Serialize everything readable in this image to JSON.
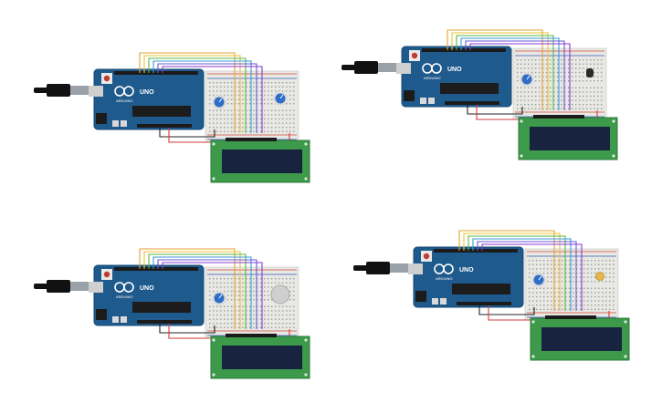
{
  "board_label": "UNO",
  "board_brand": "ARDUINO",
  "colors": {
    "board": "#1f5a8c",
    "board_edge": "#174a75",
    "usb_cable": "#111111",
    "usb_plug": "#9aa1a8",
    "breadboard": "#e8e8e4",
    "breadboard_hole": "#9a9a96",
    "rail_red": "#d64a3a",
    "rail_blue": "#3a5fb8",
    "lcd_pcb": "#3c9a4a",
    "lcd_screen": "#17233f",
    "wires": [
      "#e6a233",
      "#f0c132",
      "#58b84a",
      "#3a9ad9",
      "#6a5ad6",
      "#8a3ad6"
    ],
    "wire_black": "#222222",
    "wire_red": "#d63a3a",
    "pot": "#2e6ec9"
  },
  "circuits": [
    {
      "id": "top-left",
      "extra_component": "potentiometer"
    },
    {
      "id": "top-right",
      "extra_component": "transistor"
    },
    {
      "id": "bottom-left",
      "extra_component": "piezo-buzzer"
    },
    {
      "id": "bottom-right",
      "extra_component": "photoresistor"
    }
  ]
}
